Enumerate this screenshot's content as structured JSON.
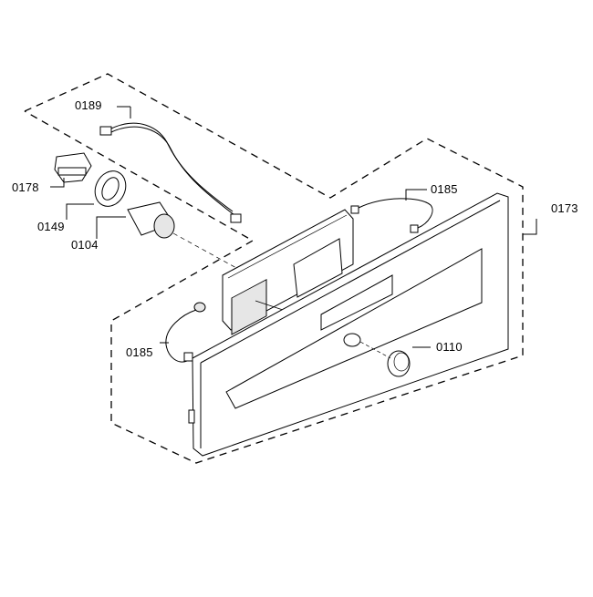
{
  "diagram": {
    "type": "exploded parts diagram",
    "subject": "Control panel assembly",
    "line_color": "#000000",
    "background": "#ffffff",
    "parts": [
      {
        "id": "0189",
        "label": "0189",
        "description": "wiring harness with connectors"
      },
      {
        "id": "0178",
        "label": "0178",
        "description": "switch / clip component"
      },
      {
        "id": "0149",
        "label": "0149",
        "description": "mounting bracket ring"
      },
      {
        "id": "0104",
        "label": "0104",
        "description": "cylindrical motor / switch unit"
      },
      {
        "id": "0185a",
        "label": "0185",
        "description": "cable with connectors (upper right)"
      },
      {
        "id": "0173",
        "label": "0173",
        "description": "control panel fascia"
      },
      {
        "id": "0185b",
        "label": "0185",
        "description": "cable with connectors (lower left)"
      },
      {
        "id": "0110",
        "label": "0110",
        "description": "rotary knob"
      }
    ]
  }
}
